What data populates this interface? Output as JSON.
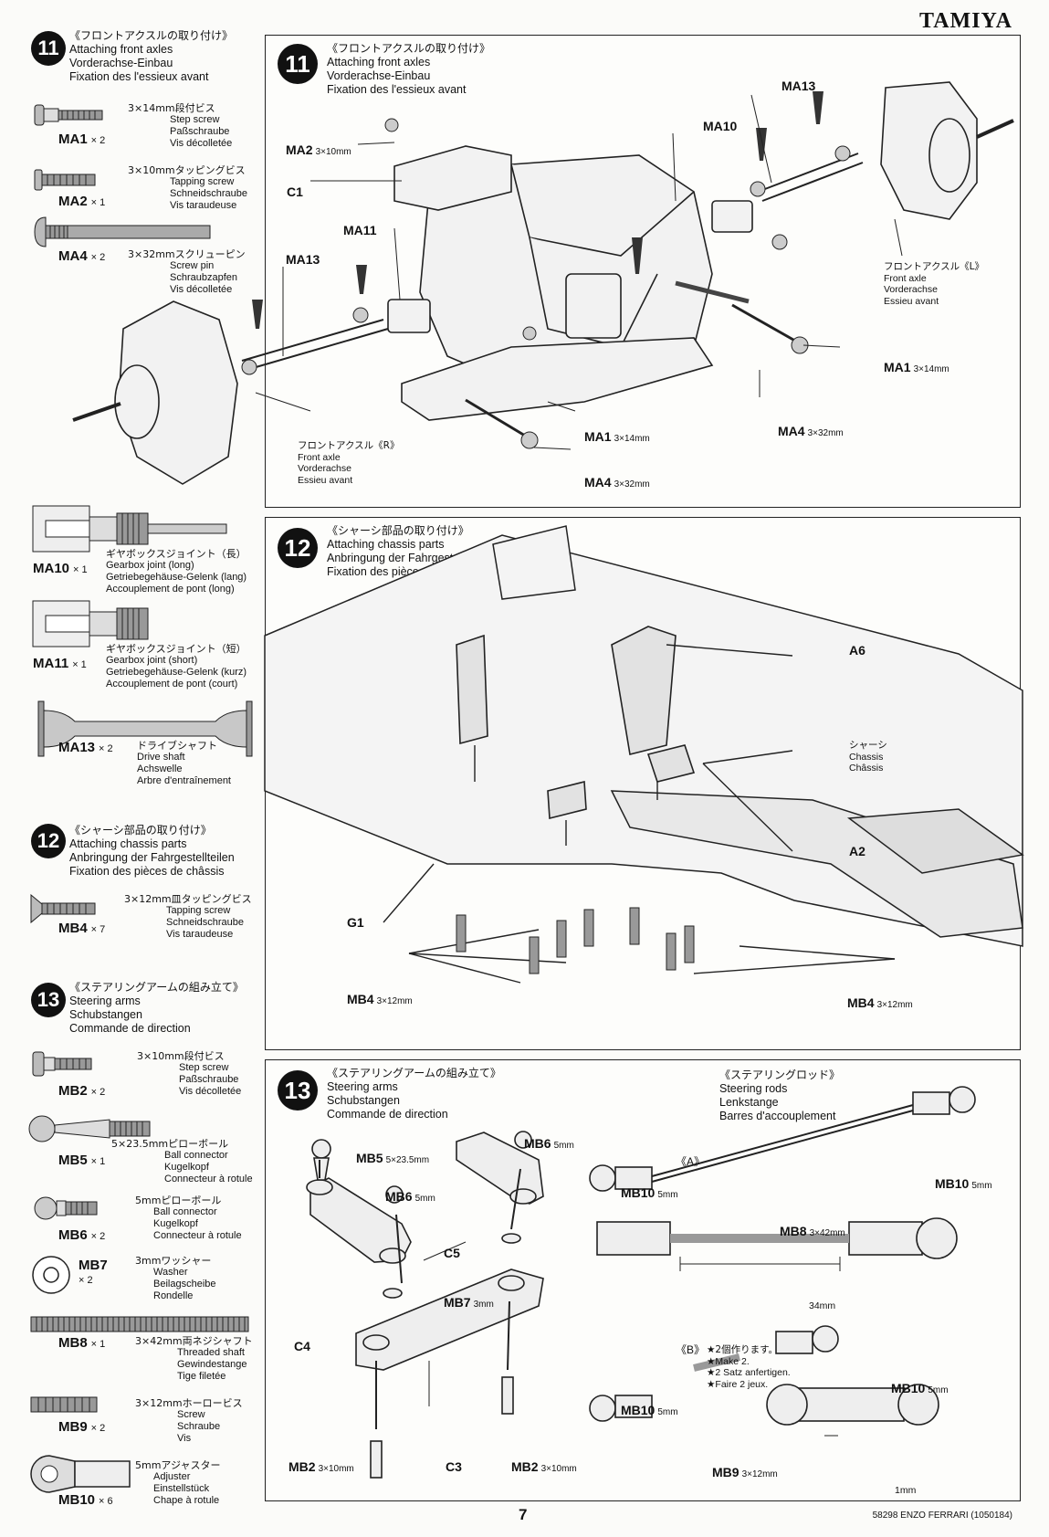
{
  "brand": "TAMIYA",
  "page_number": "7",
  "footer_model": "58298  ENZO FERRARI (1050184)",
  "steps": {
    "s11": {
      "num": "11",
      "jp": "《フロントアクスルの取り付け》",
      "en": "Attaching front axles",
      "de": "Vorderachse-Einbau",
      "fr": "Fixation des l'essieux avant"
    },
    "s12": {
      "num": "12",
      "jp": "《シャーシ部品の取り付け》",
      "en": "Attaching chassis parts",
      "de": "Anbringung der Fahrgestellteilen",
      "fr": "Fixation des pièces de châssis"
    },
    "s13": {
      "num": "13",
      "jp": "《ステアリングアームの組み立て》",
      "en": "Steering arms",
      "de": "Schubstangen",
      "fr": "Commande de direction"
    }
  },
  "parts": {
    "ma1": {
      "code": "MA1",
      "qty": "× 2",
      "jp": "3×14mm段付ビス",
      "en": "Step screw",
      "de": "Paßschraube",
      "fr": "Vis décolletée"
    },
    "ma2": {
      "code": "MA2",
      "qty": "× 1",
      "jp": "3×10mmタッピングビス",
      "en": "Tapping screw",
      "de": "Schneidschraube",
      "fr": "Vis taraudeuse"
    },
    "ma4": {
      "code": "MA4",
      "qty": "× 2",
      "jp": "3×32mmスクリューピン",
      "en": "Screw pin",
      "de": "Schraubzapfen",
      "fr": "Vis décolletée"
    },
    "ma10": {
      "code": "MA10",
      "qty": "× 1",
      "jp": "ギヤボックスジョイント（長）",
      "en": "Gearbox joint (long)",
      "de": "Getriebegehäuse-Gelenk (lang)",
      "fr": "Accouplement de pont (long)"
    },
    "ma11": {
      "code": "MA11",
      "qty": "× 1",
      "jp": "ギヤボックスジョイント（短）",
      "en": "Gearbox joint (short)",
      "de": "Getriebegehäuse-Gelenk (kurz)",
      "fr": "Accouplement de pont (court)"
    },
    "ma13": {
      "code": "MA13",
      "qty": "× 2",
      "jp": "ドライブシャフト",
      "en": "Drive shaft",
      "de": "Achswelle",
      "fr": "Arbre d'entraînement"
    },
    "mb4": {
      "code": "MB4",
      "qty": "× 7",
      "jp": "3×12mm皿タッピングビス",
      "en": "Tapping screw",
      "de": "Schneidschraube",
      "fr": "Vis taraudeuse"
    },
    "mb2": {
      "code": "MB2",
      "qty": "× 2",
      "jp": "3×10mm段付ビス",
      "en": "Step screw",
      "de": "Paßschraube",
      "fr": "Vis décolletée"
    },
    "mb5": {
      "code": "MB5",
      "qty": "× 1",
      "jp": "5×23.5mmピローボール",
      "en": "Ball connector",
      "de": "Kugelkopf",
      "fr": "Connecteur à rotule"
    },
    "mb6": {
      "code": "MB6",
      "qty": "× 2",
      "jp": "5mmピローボール",
      "en": "Ball connector",
      "de": "Kugelkopf",
      "fr": "Connecteur à rotule"
    },
    "mb7": {
      "code": "MB7",
      "qty": "× 2",
      "jp": "3mmワッシャー",
      "en": "Washer",
      "de": "Beilagscheibe",
      "fr": "Rondelle"
    },
    "mb8": {
      "code": "MB8",
      "qty": "× 1",
      "jp": "3×42mm両ネジシャフト",
      "en": "Threaded shaft",
      "de": "Gewindestange",
      "fr": "Tige filetée"
    },
    "mb9": {
      "code": "MB9",
      "qty": "× 2",
      "jp": "3×12mmホーロービス",
      "en": "Screw",
      "de": "Schraube",
      "fr": "Vis"
    },
    "mb10": {
      "code": "MB10",
      "qty": "× 6",
      "jp": "5mmアジャスター",
      "en": "Adjuster",
      "de": "Einstellstück",
      "fr": "Chape à rotule"
    }
  },
  "p11": {
    "ma2": "MA2",
    "ma2_size": "3×10mm",
    "c1": "C1",
    "ma11": "MA11",
    "ma13a": "MA13",
    "ma13b": "MA13",
    "ma10": "MA10",
    "ma1a": "MA1",
    "ma1a_size": "3×14mm",
    "ma1b": "MA1",
    "ma1b_size": "3×14mm",
    "ma4a": "MA4",
    "ma4a_size": "3×32mm",
    "ma4b": "MA4",
    "ma4b_size": "3×32mm",
    "axle_l": {
      "jp": "フロントアクスル《L》",
      "en": "Front axle",
      "de": "Vorderachse",
      "fr": "Essieu avant"
    },
    "axle_r": {
      "jp": "フロントアクスル《R》",
      "en": "Front axle",
      "de": "Vorderachse",
      "fr": "Essieu avant"
    }
  },
  "p12": {
    "a6": "A6",
    "a2": "A2",
    "g1": "G1",
    "chassis": {
      "jp": "シャーシ",
      "en": "Chassis",
      "fr": "Châssis"
    },
    "mb4a": "MB4",
    "mb4a_size": "3×12mm",
    "mb4b": "MB4",
    "mb4b_size": "3×12mm"
  },
  "p13": {
    "rod": {
      "jp": "《ステアリングロッド》",
      "en": "Steering rods",
      "de": "Lenkstange",
      "fr": "Barres d'accouplement"
    },
    "mb5": "MB5",
    "mb5_size": "5×23.5mm",
    "mb6a": "MB6",
    "mb6a_size": "5mm",
    "mb6b": "MB6",
    "mb6b_size": "5mm",
    "c5": "C5",
    "c4": "C4",
    "c3": "C3",
    "mb7": "MB7",
    "mb7_size": "3mm",
    "mb2a": "MB2",
    "mb2a_size": "3×10mm",
    "mb2b": "MB2",
    "mb2b_size": "3×10mm",
    "a": "《A》",
    "b": "《B》",
    "mb10a": "MB10",
    "mb10a_size": "5mm",
    "mb10b": "MB10",
    "mb10b_size": "5mm",
    "mb10c": "MB10",
    "mb10c_size": "5mm",
    "mb10d": "MB10",
    "mb10d_size": "5mm",
    "mb8": "MB8",
    "mb8_size": "3×42mm",
    "dim34": "34mm",
    "dim1": "1mm",
    "mb9": "MB9",
    "mb9_size": "3×12mm",
    "make2": {
      "jp": "★2個作ります。",
      "en": "★Make 2.",
      "de": "★2 Satz anfertigen.",
      "fr": "★Faire 2 jeux."
    }
  }
}
